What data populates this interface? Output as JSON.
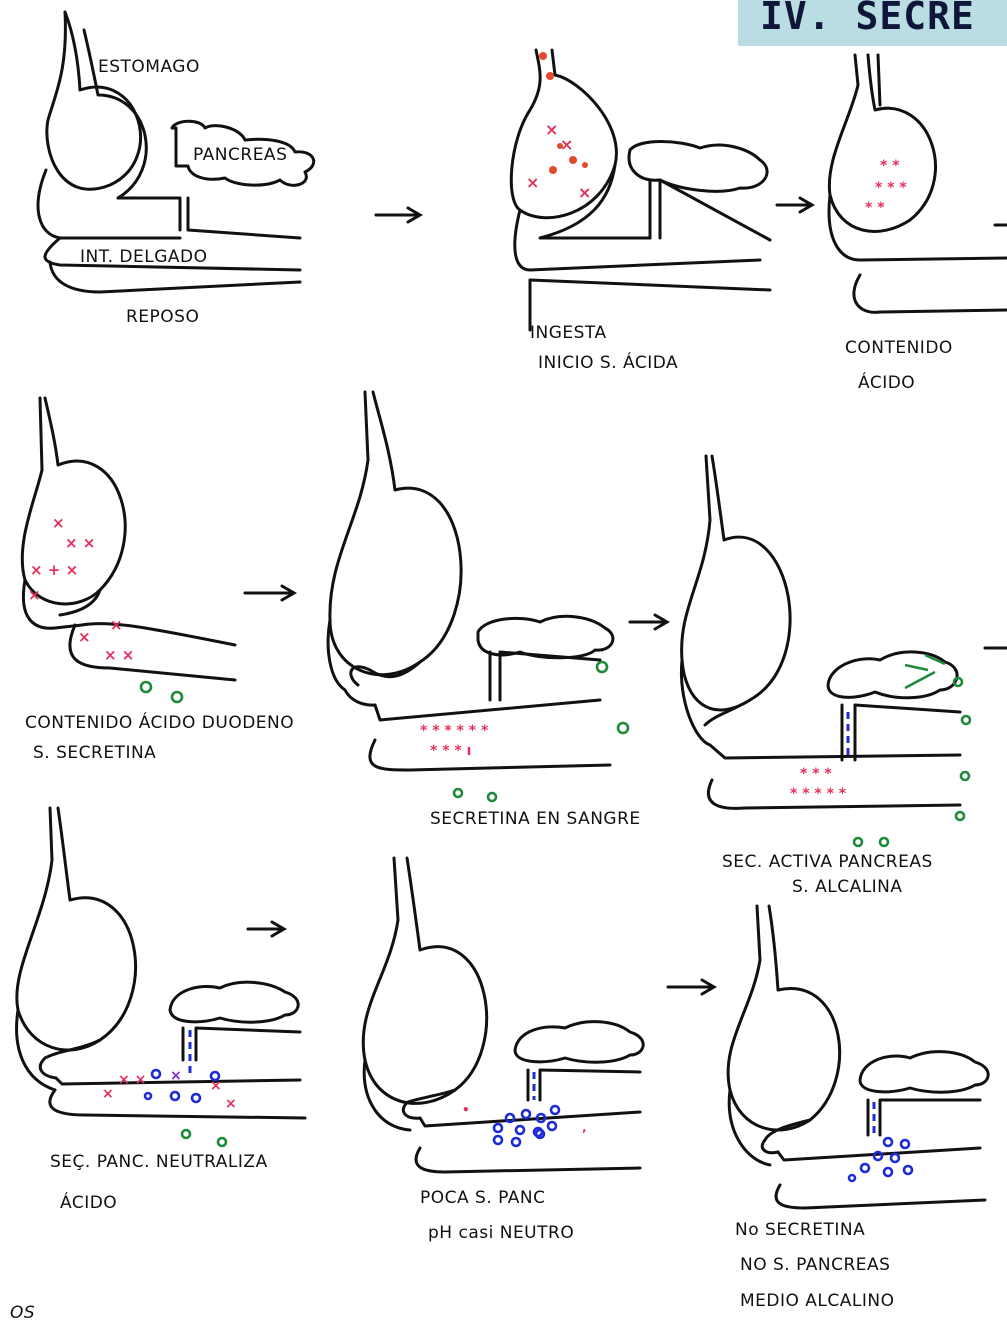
{
  "title": "IV. SECRE",
  "labels": {
    "estomago": "ESTOMAGO",
    "pancreas": "PANCREAS",
    "intestino": "INT. DELGADO"
  },
  "panels": [
    {
      "caption_lines": [
        "REPOSO"
      ]
    },
    {
      "caption_lines": [
        "INGESTA",
        "INICIO S. ÁCIDA"
      ]
    },
    {
      "caption_lines": [
        "CONTENIDO",
        "ÁCIDO"
      ]
    },
    {
      "caption_lines": [
        "CONTENIDO ÁCIDO DUODENO",
        "S. SECRETINA"
      ]
    },
    {
      "caption_lines": [
        "SECRETINA EN SANGRE"
      ]
    },
    {
      "caption_lines": [
        "SEC. ACTIVA PANCREAS",
        "S. ALCALINA"
      ]
    },
    {
      "caption_lines": [
        "SEÇ. PANC. NEUTRALIZA",
        "ÁCIDO"
      ]
    },
    {
      "caption_lines": [
        "POCA S. PANC",
        "pH casi NEUTRO"
      ]
    },
    {
      "caption_lines": [
        "No SECRETINA",
        "NO S. PANCREAS",
        "MEDIO ALCALINO"
      ]
    }
  ],
  "initials": "OS",
  "colors": {
    "banner": "#b9dde3",
    "acid": "#e2305a",
    "secretin": "#1e8a3a",
    "bicarbonate": "#1d2cd8"
  }
}
